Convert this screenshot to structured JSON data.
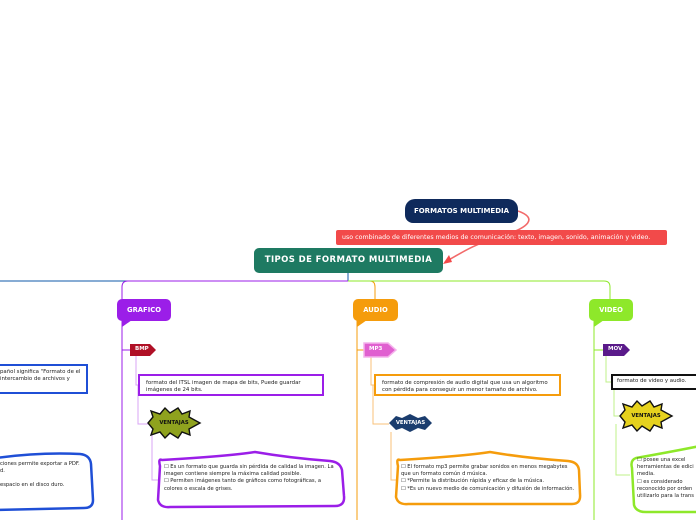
{
  "formatos": {
    "label": "FORMATOS MULTIMEDIA"
  },
  "definition": {
    "text": "uso combinado de diferentes medios de comunicación: texto, imagen, sonido, animación y video."
  },
  "root": {
    "label": "TIPOS DE FORMATO MULTIMEDIA"
  },
  "colors": {
    "grafico": "#9b1ee8",
    "audio": "#f59c0c",
    "video": "#8ee82a",
    "root": "#1e7a62",
    "note": "#f24a4a",
    "dark": "#0f2a5c",
    "leftbranch": "#0f5aa8"
  },
  "left": {
    "box_text": "pañol significa \"Formato de el intercambio de archivos y",
    "round_text_1": "ciones permite exportar a PDF.",
    "round_text_2": "d.",
    "round_text_3": "espacio en el disco duro."
  },
  "grafico": {
    "label": "GRAFICO",
    "format": "BMP",
    "desc": "formato del ITSL imagen de mapa de bits, Puede guardar imágenes de 24 bits.",
    "ventajas": "VENTAJAS",
    "ventajas_text_1": "☐      Es un formato que guarda sin pérdida de calidad la imagen. La imagen contiene siempre la máxima calidad posible.",
    "ventajas_text_2": "☐      Permiten imágenes tanto de gráficos como fotográficas, a colores o escala de grises."
  },
  "audio": {
    "label": "AUDIO",
    "format": "MP3",
    "desc": "formato de compresión de audio digital que usa un algoritmo con pérdida para conseguir un menor tamaño de archivo.",
    "ventajas": "VENTAJAS",
    "ventajas_text_1": "☐      El formato mp3 permite grabar sonidos en menos megabytes que un formato común d música.",
    "ventajas_text_2": "☐      *Permite la distribución rápida y eficaz de la música.",
    "ventajas_text_3": "☐      *Es un nuevo medio de comunicación y difusión de información."
  },
  "video": {
    "label": "VIDEO",
    "format": "MOV",
    "desc": "formato de video y audio.",
    "ventajas": "VENTAJAS",
    "ventajas_text_1": "☐      posee una excel",
    "ventajas_text_2": "herramientas de edici",
    "ventajas_text_3": "media.",
    "ventajas_text_4": "☐      es considerado",
    "ventajas_text_5": "reconocido por orden",
    "ventajas_text_6": "utilizarlo para la trans"
  }
}
